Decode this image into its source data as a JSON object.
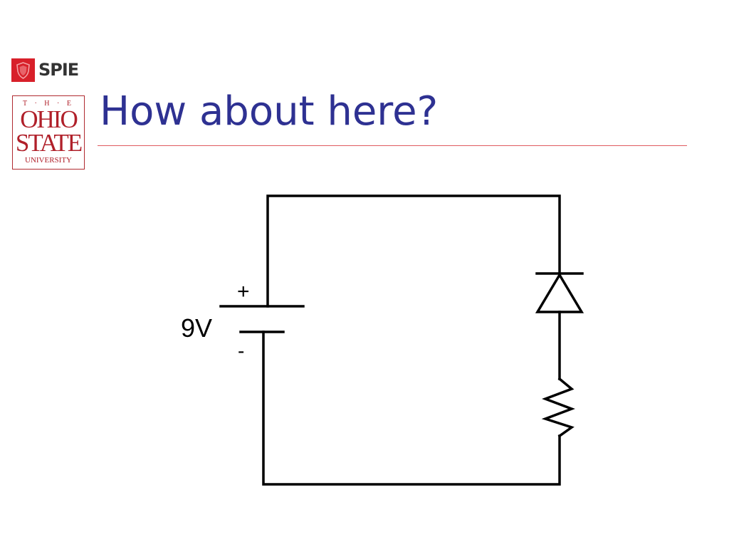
{
  "slide": {
    "title": "How about here?"
  },
  "logos": {
    "spie": {
      "text": "SPIE",
      "icon": "shield-icon",
      "color": "#d8202a"
    },
    "osu": {
      "line1": "T · H · E",
      "line2": "OHIO",
      "line3": "STATE",
      "line4": "UNIVERSITY",
      "color": "#b0202a"
    }
  },
  "circuit": {
    "battery_label": "9V",
    "plus_label": "+",
    "minus_label": "-",
    "components": [
      "battery",
      "diode",
      "resistor"
    ]
  },
  "colors": {
    "title": "#2e3192",
    "rule": "#e05a5f",
    "wire": "#000000"
  }
}
